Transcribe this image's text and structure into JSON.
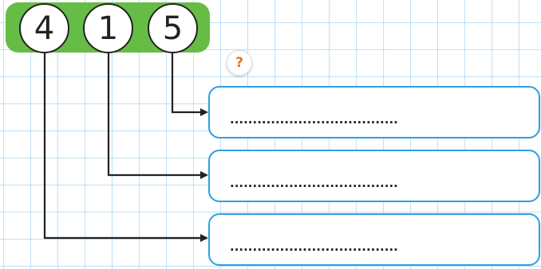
{
  "digits": {
    "first": "4",
    "second": "1",
    "third": "5"
  },
  "help_badge": {
    "symbol": "?"
  },
  "answer_rows": [
    {
      "placeholder": "....................................."
    },
    {
      "placeholder": "....................................."
    },
    {
      "placeholder": "....................................."
    }
  ],
  "colors": {
    "grid": "#8cc8eb",
    "digit_bar": "#66bd46",
    "box_border": "#2f9ee0",
    "question_mark": "#e8731c",
    "ink": "#222222"
  }
}
